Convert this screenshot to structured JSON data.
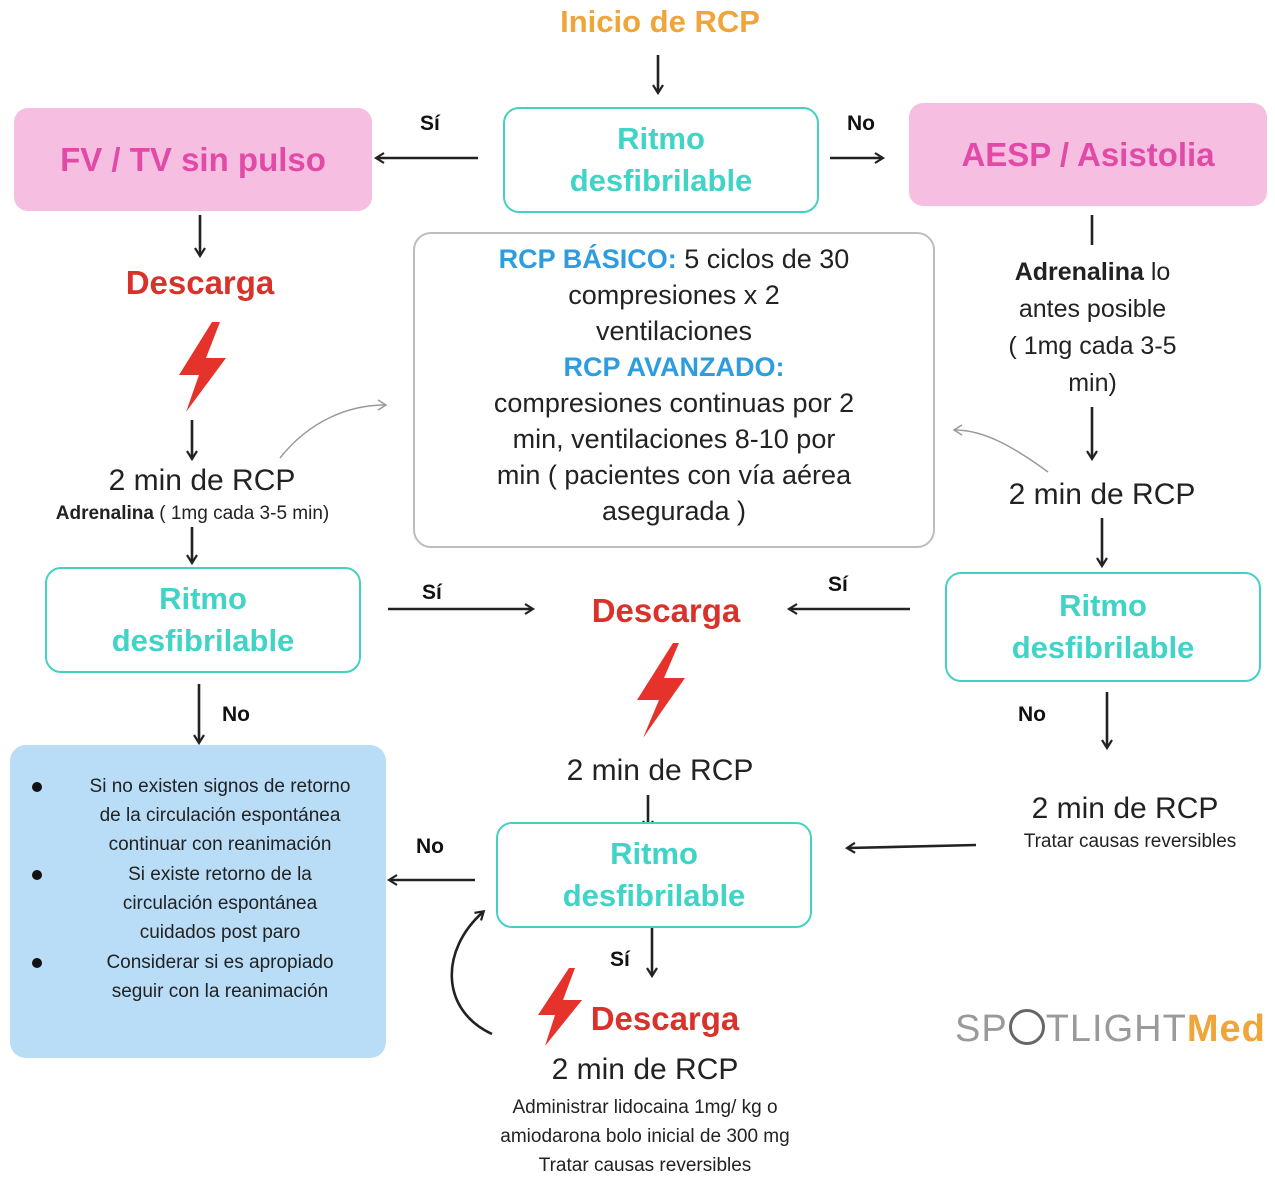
{
  "start": {
    "title": "Inicio de RCP"
  },
  "decision": {
    "label": "Ritmo\ndesfibrilable",
    "line1": "Ritmo",
    "line2": "desfibrilable"
  },
  "labels": {
    "yes": "Sí",
    "no": "No"
  },
  "left": {
    "title": "FV / TV sin pulso",
    "shock": "Descarga",
    "cpr": "2 min de RCP",
    "adrenaline_bold": "Adrenalina",
    "adrenaline_rest": " ( 1mg cada 3-5 min)"
  },
  "right": {
    "title": "AESP / Asistolia",
    "adrenaline_bold": "Adrenalina",
    "adrenaline_l1": " lo",
    "adrenaline_l2": "antes posible",
    "adrenaline_l3": "( 1mg cada 3-5",
    "adrenaline_l4": "min)",
    "cpr": "2 min de RCP",
    "cpr2": "2 min de RCP",
    "reversible": "Tratar causas reversibles"
  },
  "info_box": {
    "basic_head": "RCP BÁSICO:",
    "basic_l1": " 5 ciclos de 30",
    "basic_l2": "compresiones x 2",
    "basic_l3": "ventilaciones",
    "adv_head": "RCP AVANZADO:",
    "adv_l1": "compresiones continuas por 2",
    "adv_l2": "min, ventilaciones 8-10 por",
    "adv_l3": "min ( pacientes con vía aérea",
    "adv_l4": "asegurada )"
  },
  "middle": {
    "shock": "Descarga",
    "cpr": "2 min de RCP",
    "shock2": "Descarga",
    "cpr2": "2 min de RCP",
    "note_l1": "Administrar lidocaina 1mg/ kg o",
    "note_l2": "amiodarona bolo inicial de 300 mg",
    "note_l3": "Tratar causas reversibles"
  },
  "notes": {
    "b1_l1": "Si no existen signos de retorno",
    "b1_l2": "de la circulación espontánea",
    "b1_l3": "continuar con reanimación",
    "b2_l1": "Si existe retorno de la",
    "b2_l2": "circulación espontánea",
    "b2_l3": "cuidados post paro",
    "b3_l1": "Considerar si es apropiado",
    "b3_l2": "seguir con la reanimación"
  },
  "brand": {
    "part1": "SP",
    "part2": "TLIGHT",
    "part3": "Med"
  },
  "colors": {
    "orange": "#f0a53a",
    "pink": "#e14aa7",
    "teal": "#3fd4c5",
    "red": "#d8322b",
    "blue": "#2e9de0",
    "note_bg": "#b9dcf7"
  },
  "icons": [
    "lightning-icon",
    "arrow-icon",
    "loop-arrow-icon"
  ]
}
